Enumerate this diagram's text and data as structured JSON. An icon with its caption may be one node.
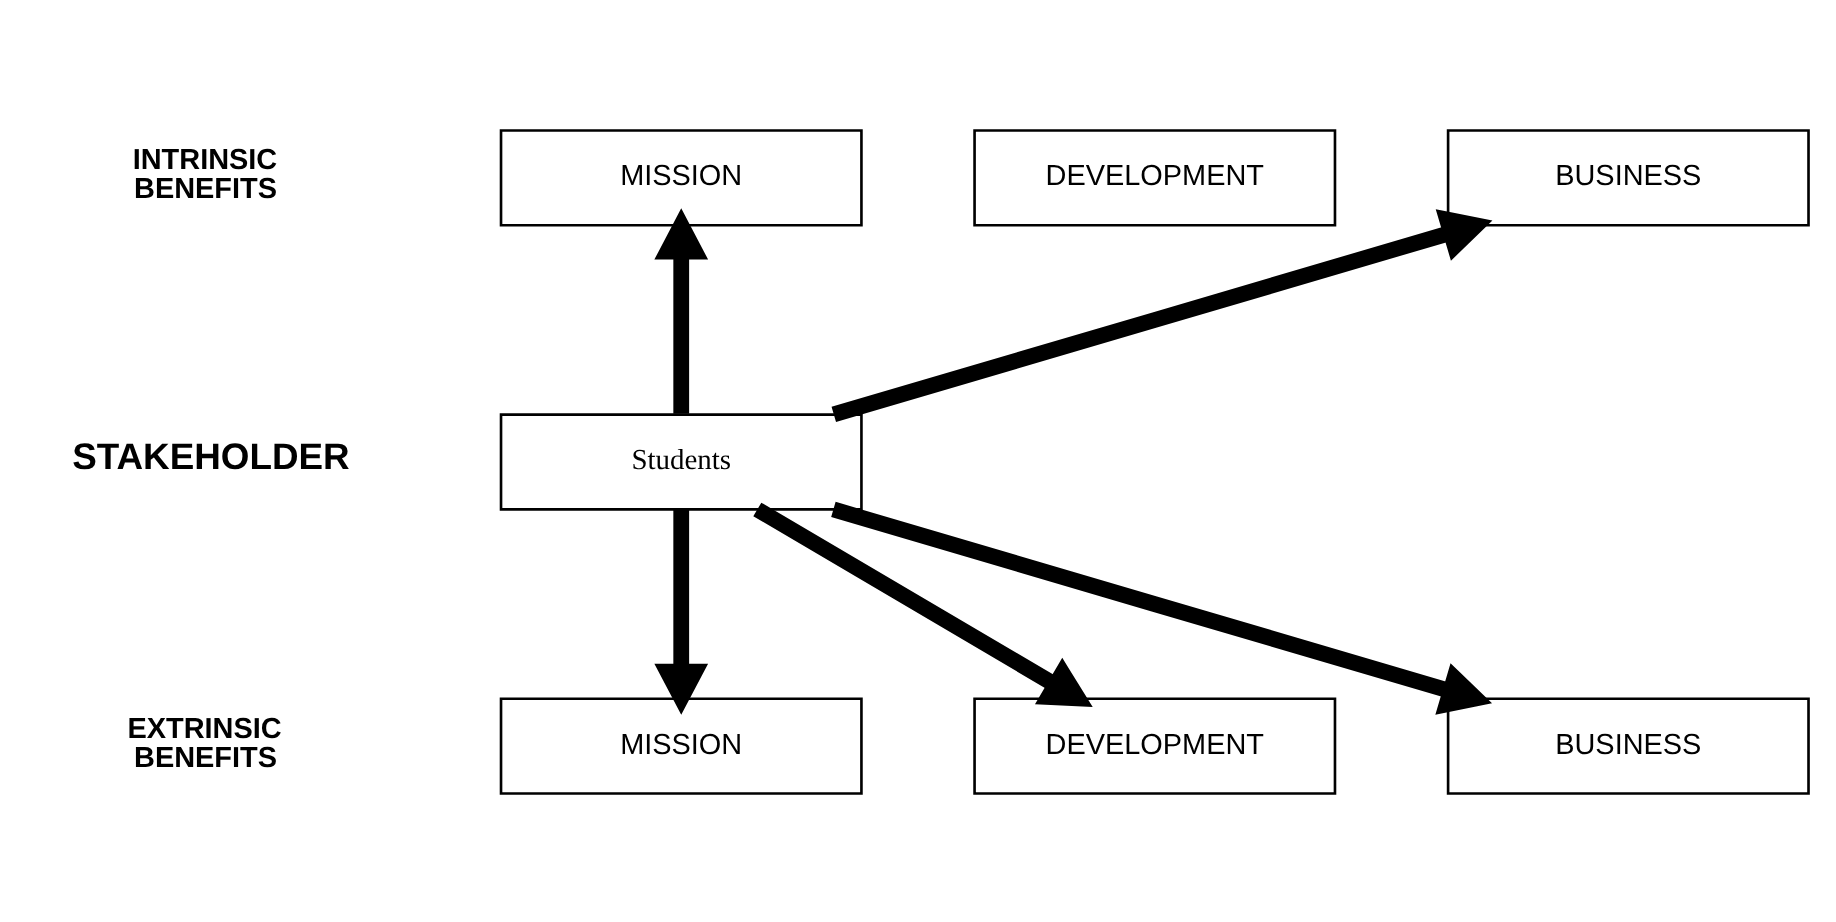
{
  "diagram": {
    "nodes": [
      {
        "text": [
          "MISSION"
        ]
      },
      {
        "text": [
          "DEVELOPMENT"
        ]
      },
      {
        "text": [
          "BUSINESS"
        ]
      },
      {
        "text": [
          "Students"
        ]
      },
      {
        "text": [
          "MISSION"
        ]
      },
      {
        "text": [
          "DEVELOPMENT"
        ]
      },
      {
        "text": [
          "BUSINESS"
        ]
      }
    ],
    "edges": [
      {
        "from": 3,
        "to": 0,
        "arrow": "to"
      },
      {
        "from": 3,
        "to": 2,
        "arrow": "to"
      },
      {
        "from": 3,
        "to": 4,
        "arrow": "to"
      },
      {
        "from": 3,
        "to": 5,
        "arrow": "to"
      },
      {
        "from": 3,
        "to": 6,
        "arrow": "to"
      }
    ],
    "labels": [
      "INTRINSIC BENEFITS",
      "STAKEHOLDER",
      "EXTRINSIC BENEFITS"
    ]
  }
}
